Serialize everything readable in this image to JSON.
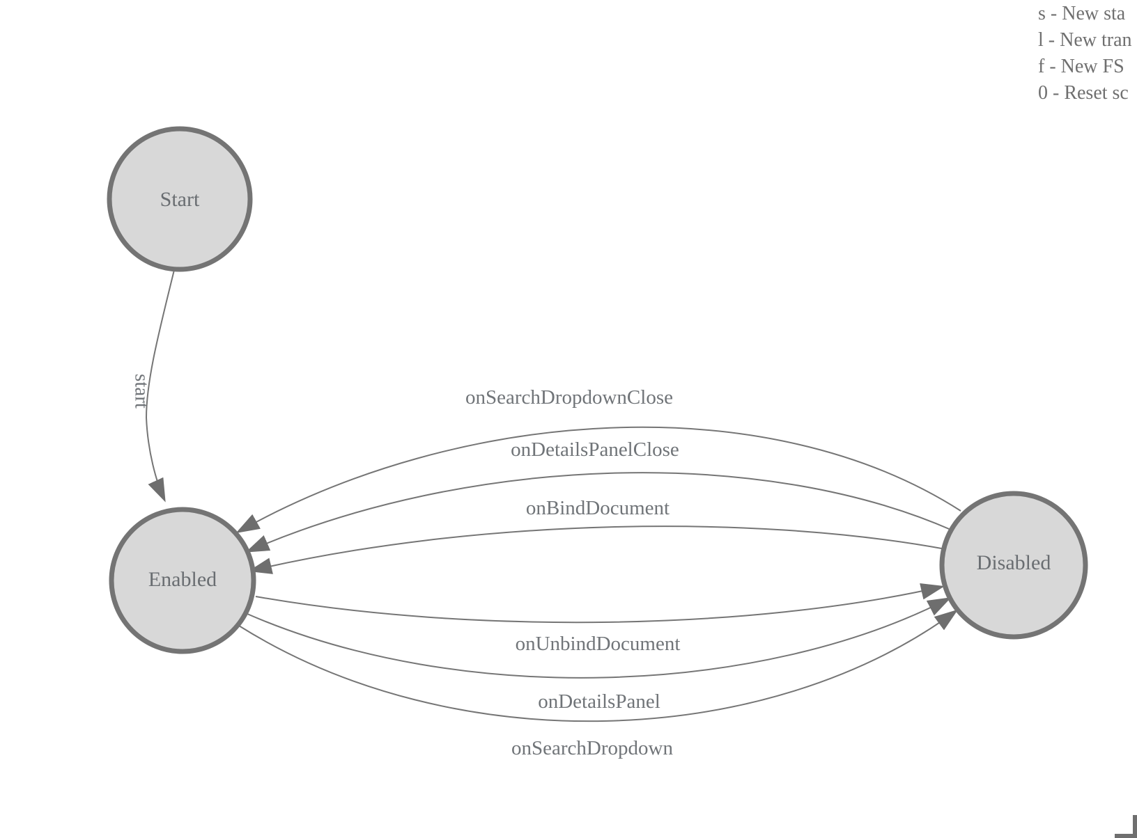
{
  "app": {
    "kind": "finite-state-machine designer canvas"
  },
  "colors": {
    "background": "#ffffff",
    "node_fill": "#d8d8d8",
    "node_stroke": "#747474",
    "edge_stroke": "#757575",
    "arrowhead": "#6e6e6e",
    "text": "#6f6f6f"
  },
  "legend": {
    "lines": [
      {
        "key": "s",
        "text": "s - New sta"
      },
      {
        "key": "l",
        "text": "l - New tran"
      },
      {
        "key": "f",
        "text": "f - New FS"
      },
      {
        "key": "0",
        "text": "0 - Reset sc"
      }
    ]
  },
  "states": [
    {
      "id": "start",
      "label": "Start"
    },
    {
      "id": "enabled",
      "label": "Enabled"
    },
    {
      "id": "disabled",
      "label": "Disabled"
    }
  ],
  "transitions": [
    {
      "label": "start",
      "from": "Start",
      "to": "Enabled"
    },
    {
      "label": "onSearchDropdownClose",
      "from": "Disabled",
      "to": "Enabled"
    },
    {
      "label": "onDetailsPanelClose",
      "from": "Disabled",
      "to": "Enabled"
    },
    {
      "label": "onBindDocument",
      "from": "Disabled",
      "to": "Enabled"
    },
    {
      "label": "onUnbindDocument",
      "from": "Enabled",
      "to": "Disabled"
    },
    {
      "label": "onDetailsPanel",
      "from": "Enabled",
      "to": "Disabled"
    },
    {
      "label": "onSearchDropdown",
      "from": "Enabled",
      "to": "Disabled"
    }
  ]
}
